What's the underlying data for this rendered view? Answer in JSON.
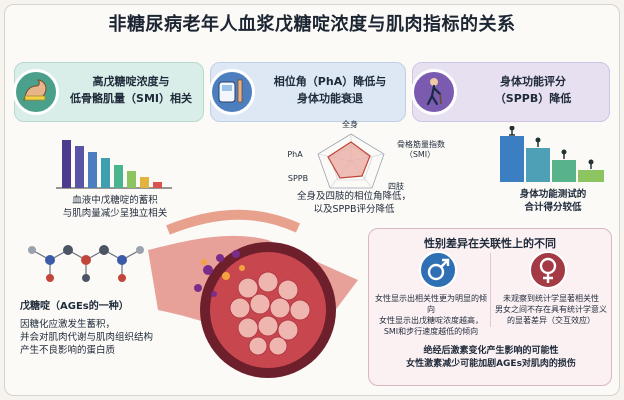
{
  "title": "非糖尿病老年人血浆戊糖啶浓度与肌肉指标的关系",
  "top_panels": [
    {
      "icon": "bicep-measuring-tape-icon",
      "line1": "高戊糖啶浓度与",
      "line2": "低骨骼肌量（SMI）相关"
    },
    {
      "icon": "bioimpedance-device-icon",
      "line1": "相位角（PhA）降低与",
      "line2": "身体功能衰退"
    },
    {
      "icon": "walking-elderly-icon",
      "line1": "身体功能评分",
      "line2": "（SPPB）降低"
    }
  ],
  "bar_caption": {
    "line1": "血液中戊糖啶的蓄积",
    "line2": "与肌肉量减少呈独立相关"
  },
  "radar": {
    "labels": {
      "top": "全身",
      "left": "PhA",
      "right": "骨格筋量指数",
      "right2": "（SMI）",
      "bottom_left": "SPPB",
      "bottom_right": "四肢"
    },
    "caption_line1": "全身及四肢的相位角降低，",
    "caption_line2": "以及SPPB评分降低"
  },
  "steps_caption": {
    "line1": "身体功能测试的",
    "line2": "合计得分较低"
  },
  "molecule_caption": {
    "title": "戊糖啶（AGEs的一种）",
    "line1": "因糖化应激发生蓄积，",
    "line2": "并会对肌肉代谢与肌肉组织结构",
    "line3": "产生不良影响的蛋白质"
  },
  "gender": {
    "title": "性别差异在关联性上的不同",
    "male_text": [
      "女性显示出相关性更为明显的倾向",
      "女性显示出戊糖啶浓度越高，",
      "SMI和步行速度越低的倾向"
    ],
    "female_text": [
      "未观察到统计学显著相关性",
      "男女之间不存在具有统计学意义",
      "的显著差异（交互效应）"
    ],
    "footer1": "绝经后激素变化产生影响的可能性",
    "footer2": "女性激素减少可能加剧AGEs对肌肉的损伤"
  },
  "colors": {
    "teal": "#4aa08a",
    "blue": "#4d7fbf",
    "purple": "#7b5bb0",
    "red": "#c2453a",
    "male": "#2f6fb3",
    "female": "#a33a44"
  }
}
